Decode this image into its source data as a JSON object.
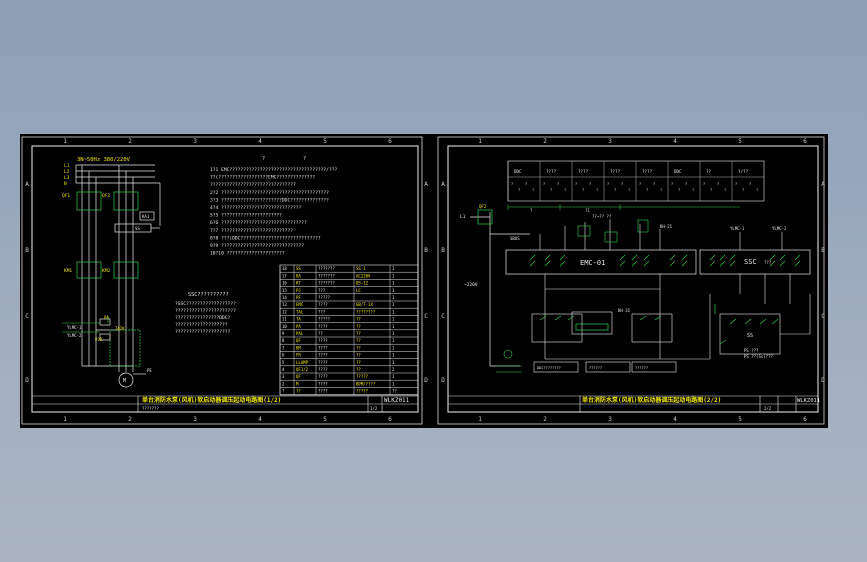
{
  "sheet1": {
    "col_numbers": [
      "1",
      "2",
      "3",
      "4",
      "5",
      "6"
    ],
    "row_letters": [
      "A",
      "B",
      "C",
      "D"
    ],
    "supply": "3N~50Hz  380/220V",
    "phases": [
      "L1",
      "L2",
      "L3",
      "N"
    ],
    "breakers": [
      "QF1",
      "QF2"
    ],
    "contactors": [
      "KM1",
      "KM2"
    ],
    "relay_labels": [
      "KA1",
      "SS"
    ],
    "lamp_labels": [
      "YLMC-1",
      "YLMC-2"
    ],
    "relay_codes": [
      "PA",
      "TA2K",
      "PJD"
    ],
    "pump_label": "M",
    "pe_label": "PE",
    "qmarks": [
      "?",
      "?"
    ],
    "notes": [
      "1?1  EMC???????????????????????????????????/???",
      "     ??(??????????????????EMC??????????????",
      "     ???????????????????????????????",
      "2?2  ???????????????????????????????????????",
      "3?3  ??????????????????????DDC??????????????",
      "4?4  ?????????????????????????????",
      "5?5  ??????????????????????",
      "6?6  ???????????????????????????????",
      "7?7  ??????????????????????????",
      "8?8  ???(DDC?????????????????????????????",
      "9?9  ??????????????????????????????",
      "10?10 ?????????????????????"
    ],
    "ssc_heading": "SSC??????????",
    "ssc_lines": [
      "?SSC??????????????????",
      "  ??????????????????????",
      "  ????????????????DDC?",
      "  ???????????????????",
      "  ????????????????????"
    ],
    "table_rows": [
      [
        "18",
        "SS",
        "???????",
        "SS-1",
        "1"
      ],
      [
        "17",
        "KA",
        "???????",
        "AC220V",
        "1"
      ],
      [
        "16",
        "KT",
        "???????",
        "DS-12",
        "1"
      ],
      [
        "15",
        "PJ",
        "???",
        "LC",
        "1"
      ],
      [
        "14",
        "PF",
        "?????",
        "",
        "1"
      ],
      [
        "13",
        "EMC",
        "????",
        "GB/T-1X",
        "1"
      ],
      [
        "12",
        "TAL",
        "???",
        "????????",
        "1"
      ],
      [
        "11",
        "TA",
        "?????",
        "??",
        "1"
      ],
      [
        "10",
        "PA",
        "????",
        "??",
        "1"
      ],
      [
        "9",
        "PAL",
        "??",
        "??",
        "1"
      ],
      [
        "8",
        "QF",
        "????",
        "??",
        "1"
      ],
      [
        "7",
        "KM",
        "????",
        "??",
        "1"
      ],
      [
        "6",
        "FR",
        "????",
        "??",
        "1"
      ],
      [
        "5",
        "LLAMP",
        "????",
        "??",
        "1"
      ],
      [
        "4",
        "QF1/2",
        "????",
        "??",
        "2"
      ],
      [
        "3",
        "QF",
        "????",
        "?????",
        "1"
      ],
      [
        "2",
        "M",
        "????",
        "BPM/????",
        "1"
      ],
      [
        "?",
        "??",
        "????",
        "?????",
        "??"
      ]
    ],
    "title": "单台消防水泵(风机)软启动器调压起动电路图(1/2)",
    "drawing_no": "WLKZ011",
    "label_small": "???????",
    "sheet_cell": "1/2"
  },
  "sheet2": {
    "col_numbers": [
      "1",
      "2",
      "3",
      "4",
      "5",
      "6"
    ],
    "row_letters": [
      "A",
      "B",
      "C",
      "D"
    ],
    "table_cols": [
      "DDC",
      "????",
      "????",
      "????",
      "????",
      "DDC",
      "??",
      "?/??"
    ],
    "ruler_texts": [
      "?",
      "?1",
      "??~?? ??"
    ],
    "supply_line": "L1",
    "breaker": "QF2",
    "voltage": "~220V",
    "emc_label": "EMC-01",
    "ssc_label": "SSC",
    "ssc_sub": "???",
    "sbus": "SBUS",
    "kh_labels": [
      "KH-21",
      "KH-31"
    ],
    "kt_labels": [
      "YLMC-1",
      "YLMC-2"
    ],
    "ps_labels": [
      "PS ???",
      "PS ??(Ss)???"
    ],
    "ss_label": "SS",
    "bottom_boxes": [
      "DDC????????",
      "??????",
      "??????"
    ],
    "title": "单台消防水泵(风机)软启动器调压起动电路图(2/2)",
    "drawing_no": "WLKZ011",
    "sheet_cell": "2/2"
  },
  "colors": {
    "frame": "#f0f0f0",
    "line_white": "#e8e8e8",
    "line_green": "#37d24b",
    "line_yellow": "#f2e600",
    "line_cyan": "#24c8d8",
    "background": "#000000"
  }
}
